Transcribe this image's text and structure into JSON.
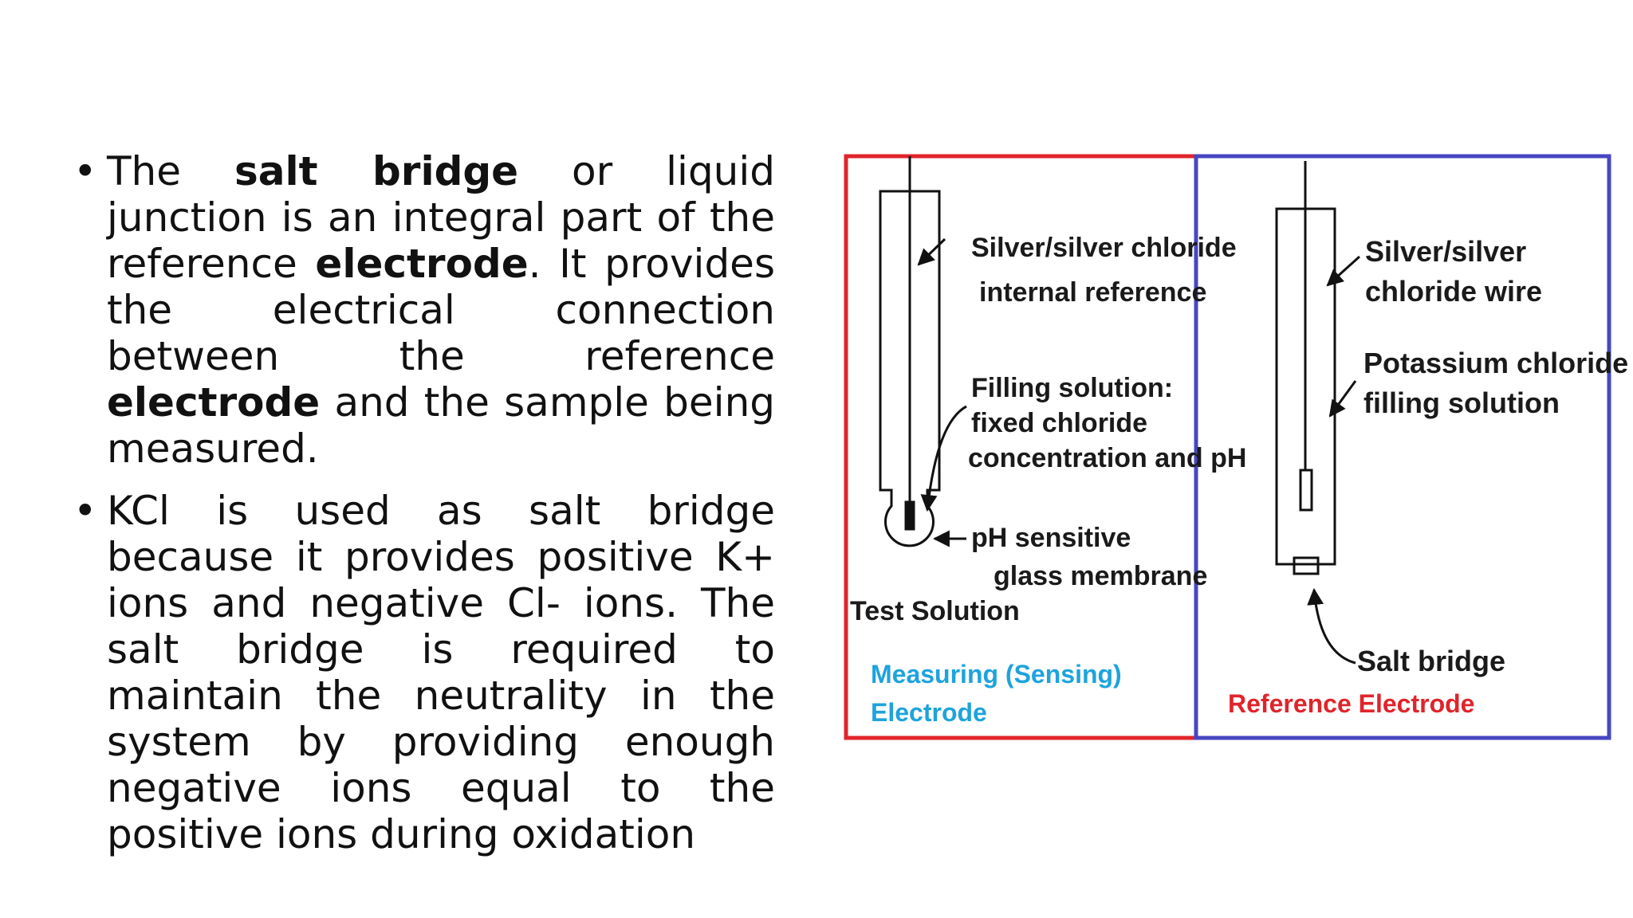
{
  "bullets": [
    {
      "segments": [
        {
          "text": "The ",
          "bold": false
        },
        {
          "text": "salt bridge",
          "bold": true
        },
        {
          "text": " or liquid junction is an integral part of the reference ",
          "bold": false
        },
        {
          "text": "electrode",
          "bold": true
        },
        {
          "text": ". It provides the electrical connection between the reference ",
          "bold": false
        },
        {
          "text": "electrode",
          "bold": true
        },
        {
          "text": " and the sample being measured.",
          "bold": false
        }
      ]
    },
    {
      "segments": [
        {
          "text": "KCl is used as salt bridge because it provides positive K+ ions and negative Cl- ions. The salt bridge is required to maintain the neutrality in the system by providing enough negative ions equal to the positive ions during oxidation",
          "bold": false
        }
      ]
    }
  ],
  "bullet_symbol": "•",
  "diagram": {
    "left_panel": {
      "border_color": "#e0242b",
      "label_internal_1": "Silver/silver chloride",
      "label_internal_2": "internal reference",
      "label_filling_1": "Filling solution:",
      "label_filling_2": "fixed chloride",
      "label_filling_3": "concentration and pH",
      "label_membrane_1": "pH sensitive",
      "label_membrane_2": "glass membrane",
      "label_test": "Test Solution",
      "caption_1": "Measuring (Sensing)",
      "caption_2": "Electrode",
      "caption_color": "#1ea3dc"
    },
    "right_panel": {
      "border_color": "#4747c2",
      "label_wire_1": "Silver/silver",
      "label_wire_2": "chloride wire",
      "label_kcl_1": "Potassium chloride",
      "label_kcl_2": "filling solution",
      "label_bridge": "Salt bridge",
      "caption": "Reference Electrode",
      "caption_color": "#e0242b"
    }
  }
}
